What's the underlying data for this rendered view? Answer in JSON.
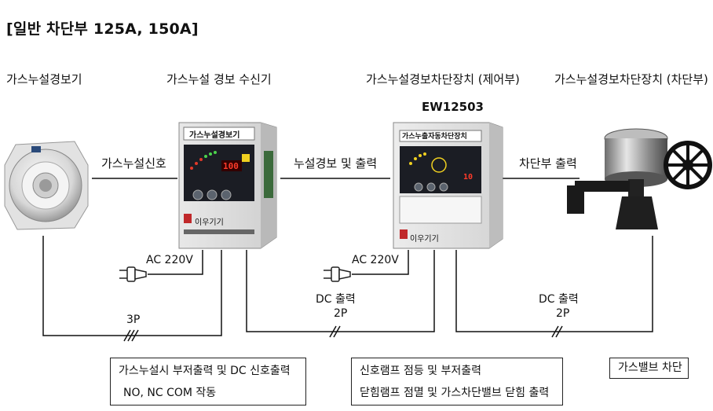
{
  "title": "[일반 차단부 125A, 150A]",
  "devices": {
    "detector": {
      "label": "가스누설경보기"
    },
    "receiver": {
      "label": "가스누설 경보 수신기",
      "panel_title": "가스누설경보기",
      "display": "100",
      "brand": "이우기기"
    },
    "controller": {
      "label": "가스누설경보차단장치 (제어부)",
      "model": "EW12503",
      "panel_title": "가스누출자동차단장치",
      "display": "10",
      "brand": "이우기기"
    },
    "shutoff": {
      "label": "가스누설경보차단장치 (차단부)"
    }
  },
  "signals": {
    "leak_signal": "가스누설신호",
    "alarm_output": "누설경보 및 출력",
    "shutoff_output": "차단부 출력"
  },
  "power": {
    "receiver_ac": "AC 220V",
    "controller_ac": "AC 220V"
  },
  "wiring": {
    "detector_line": {
      "wires": "3P"
    },
    "receiver_line": {
      "type": "DC 출력",
      "wires": "2P"
    },
    "controller_line": {
      "type": "DC 출력",
      "wires": "2P"
    }
  },
  "notes": {
    "receiver_note": [
      "가스누설시 부저출력 및 DC 신호출력",
      "NO, NC COM 작동"
    ],
    "controller_note": [
      "신호램프 점등 및 부저출력",
      "닫힘램프 점멸 및 가스차단밸브 닫힘 출력"
    ],
    "valve_note": "가스밸브 차단"
  }
}
